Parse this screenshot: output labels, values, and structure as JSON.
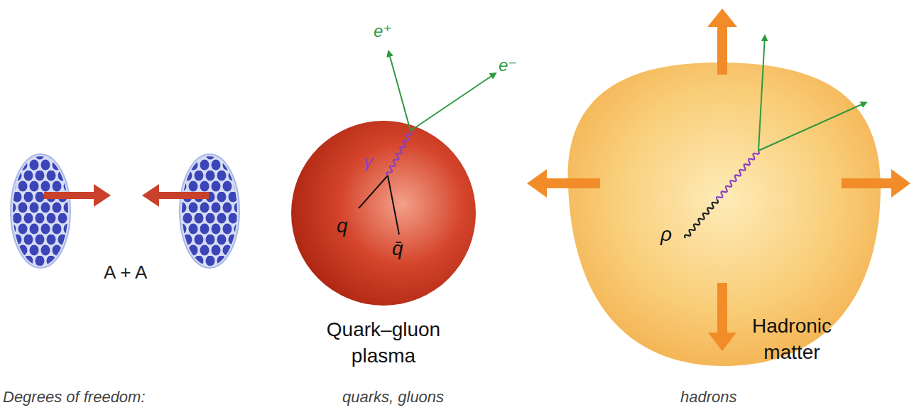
{
  "diagram": {
    "nodes": [
      {
        "text": [
          "Quark–gluon plasma"
        ]
      },
      {
        "text": [
          "Hadronic matter"
        ]
      }
    ],
    "labels": [
      "A + A",
      "γ",
      "q",
      "q̄",
      "e⁺",
      "e⁻",
      "ρ",
      "Degrees of freedom:",
      "quarks, gluons",
      "hadrons"
    ]
  }
}
